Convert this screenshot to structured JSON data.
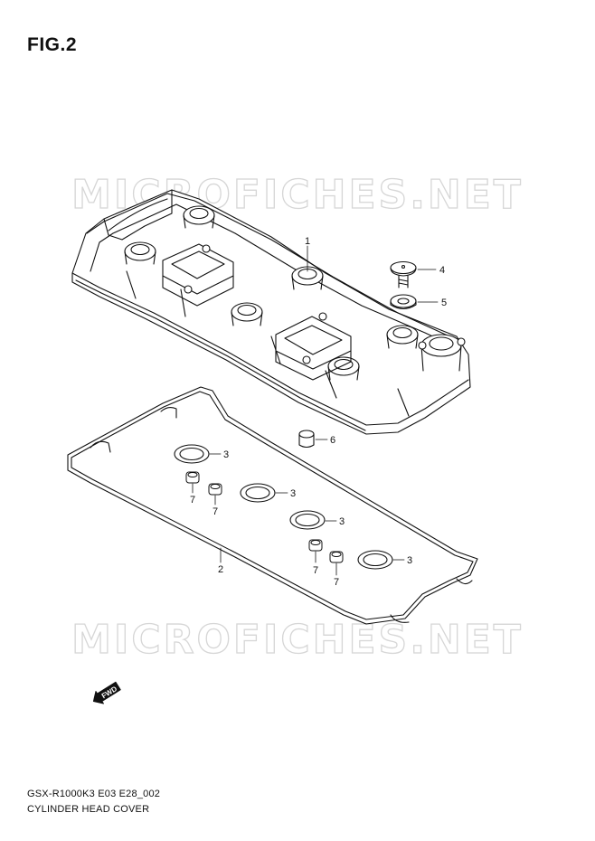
{
  "figure": {
    "title": "FIG.2"
  },
  "watermark": {
    "text": "MICROFICHES.NET"
  },
  "fwd_marker": {
    "label": "FWD"
  },
  "callouts": {
    "c1": "1",
    "c2": "2",
    "c3a": "3",
    "c3b": "3",
    "c3c": "3",
    "c3d": "3",
    "c4": "4",
    "c5": "5",
    "c6": "6",
    "c7a": "7",
    "c7b": "7",
    "c7c": "7",
    "c7d": "7"
  },
  "footer": {
    "model_code": "GSX-R1000K3 E03 E28_002",
    "caption": "CYLINDER HEAD COVER"
  }
}
